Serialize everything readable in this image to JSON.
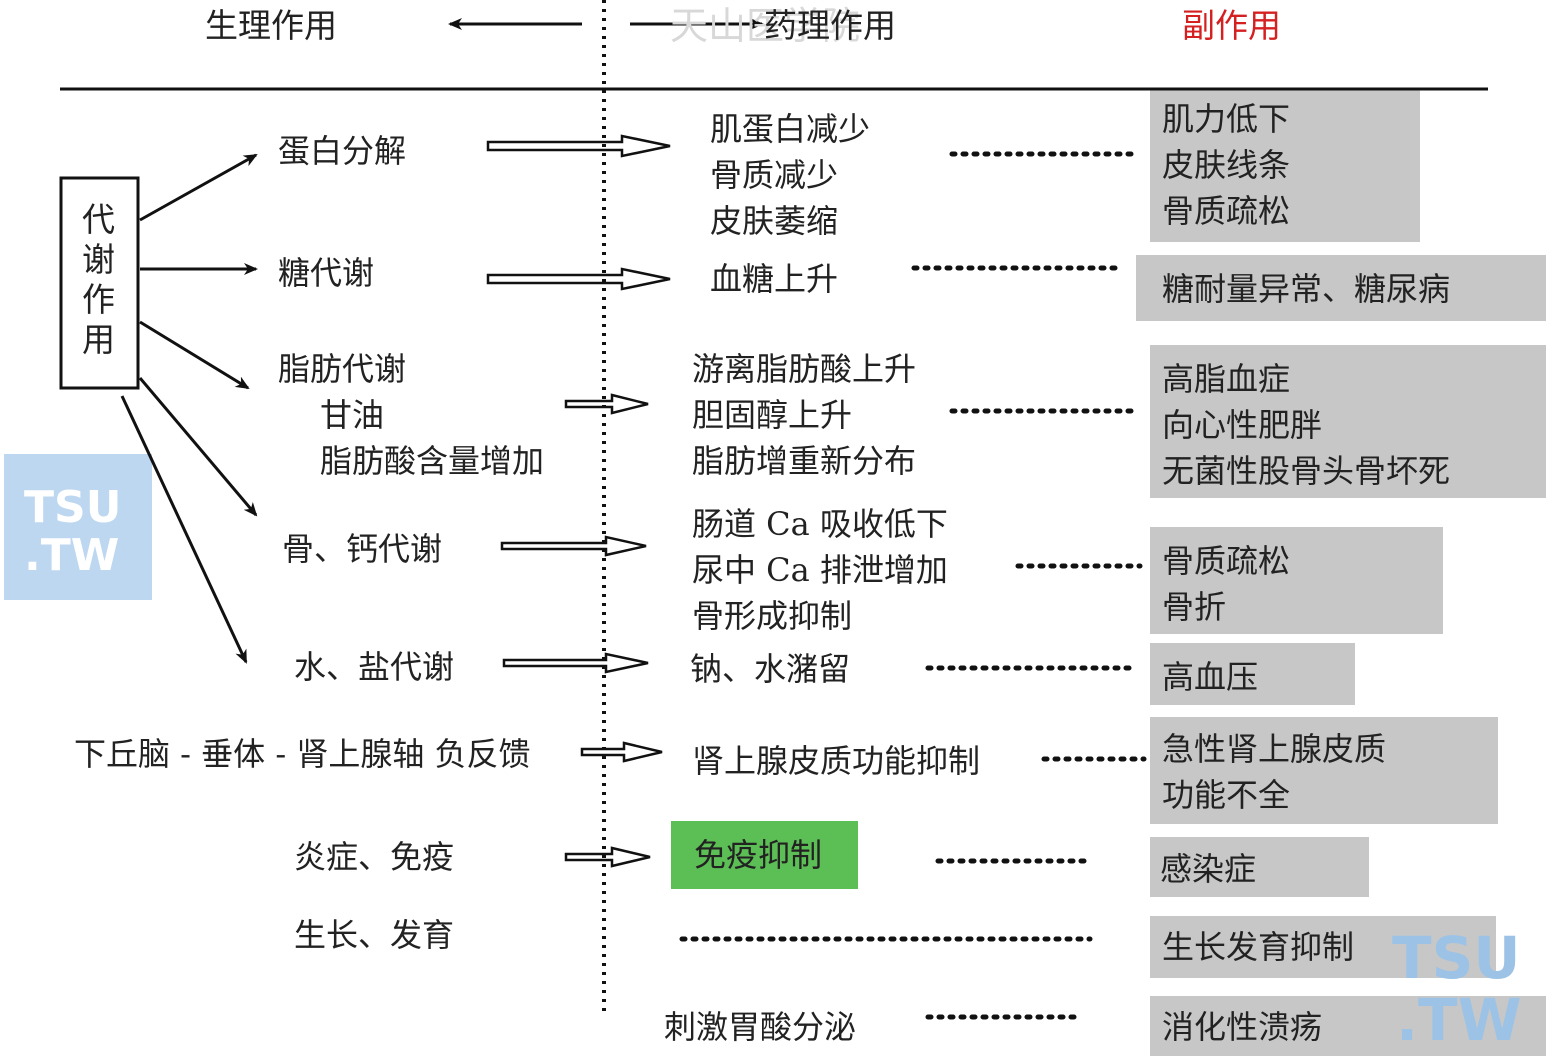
{
  "header": {
    "physiological": "生理作用",
    "pharmacological": "药理作用",
    "side_effect": "副作用",
    "side_effect_color": "#d42020",
    "watermark_top": "天山医学院"
  },
  "metabolism_box": "代谢作用",
  "left": {
    "protein": "蛋白分解",
    "sugar": "糖代谢",
    "fat": [
      "脂肪代谢",
      "甘油",
      "脂肪酸含量增加"
    ],
    "bone": "骨、钙代谢",
    "water": "水、盐代谢",
    "hpa": "下丘脑 - 垂体 - 肾上腺轴 负反馈",
    "inflammation": "炎症、免疫",
    "growth": "生长、发育"
  },
  "middle": {
    "protein": [
      "肌蛋白减少",
      "骨质减少",
      "皮肤萎缩"
    ],
    "sugar": "血糖上升",
    "fat": [
      "游离脂肪酸上升",
      "胆固醇上升",
      "脂肪增重新分布"
    ],
    "bone": [
      "肠道 Ca 吸收低下",
      "尿中 Ca 排泄增加",
      "骨形成抑制"
    ],
    "water": "钠、水潴留",
    "hpa": "肾上腺皮质功能抑制",
    "immune": "免疫抑制",
    "gastric": "刺激胃酸分泌"
  },
  "right": {
    "protein": [
      "肌力低下",
      "皮肤线条",
      "骨质疏松"
    ],
    "sugar": "糖耐量异常、糖尿病",
    "fat": [
      "高脂血症",
      "向心性肥胖",
      "无菌性股骨头骨坏死"
    ],
    "bone": [
      "骨质疏松",
      "骨折"
    ],
    "water": "高血压",
    "hpa": [
      "急性肾上腺皮质",
      "功能不全"
    ],
    "immune": "感染症",
    "growth": "生长发育抑制",
    "gastric": "消化性溃疡"
  },
  "colors": {
    "box_gray": "#c7c7c7",
    "immune_green": "#5cbf55",
    "watermark_blue": "#bcd7ef"
  },
  "watermarks": {
    "logo_line1": "TSU",
    "logo_line2": ".TW"
  }
}
